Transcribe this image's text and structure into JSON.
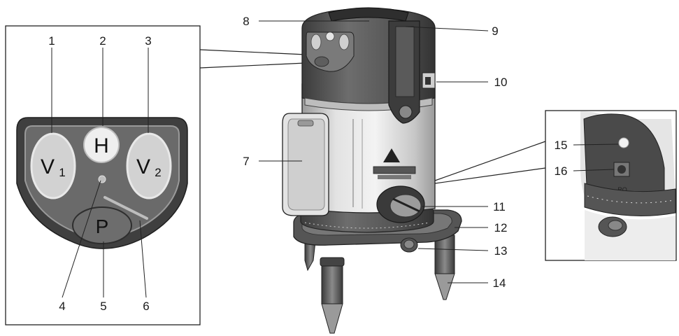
{
  "callouts": [
    "1",
    "2",
    "3",
    "4",
    "5",
    "6",
    "7",
    "8",
    "9",
    "10",
    "11",
    "12",
    "13",
    "14",
    "15",
    "16"
  ],
  "keypad": {
    "v1": "V",
    "v1_sub": "1",
    "h": "H",
    "v2": "V",
    "v2_sub": "2",
    "p": "P"
  },
  "inset_marking": "RO",
  "colors": {
    "outline": "#222222",
    "dark": "#4a4a4a",
    "mid": "#8c8c8c",
    "light": "#d0d0d0",
    "body_light": "#e6e6e6"
  }
}
